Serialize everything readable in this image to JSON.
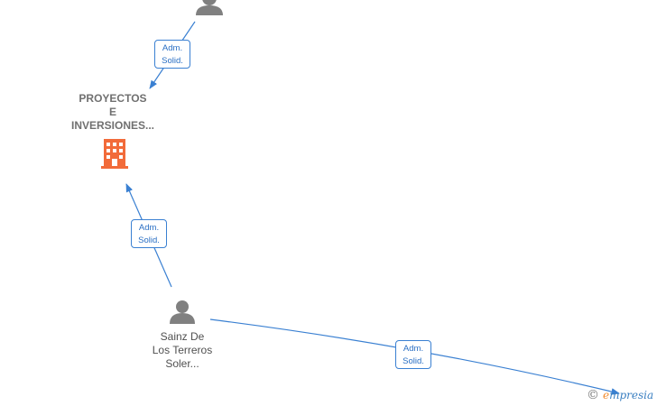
{
  "nodes": {
    "company": {
      "label_lines": [
        "PROYECTOS",
        "E",
        "INVERSIONES..."
      ],
      "icon": "building-icon",
      "color": "#f26b3a"
    },
    "top_person": {
      "icon": "person-icon",
      "color": "#808080"
    },
    "bottom_person": {
      "label_lines": [
        "Sainz De",
        "Los Terreros",
        "Soler..."
      ],
      "icon": "person-icon",
      "color": "#808080"
    }
  },
  "edges": [
    {
      "label_lines": [
        "Adm.",
        "Solid."
      ]
    },
    {
      "label_lines": [
        "Adm.",
        "Solid."
      ]
    },
    {
      "label_lines": [
        "Adm.",
        "Solid."
      ]
    }
  ],
  "edge_color": "#3a80d2",
  "brand": {
    "copyright": "©",
    "initial": "e",
    "rest": "mpresia"
  }
}
